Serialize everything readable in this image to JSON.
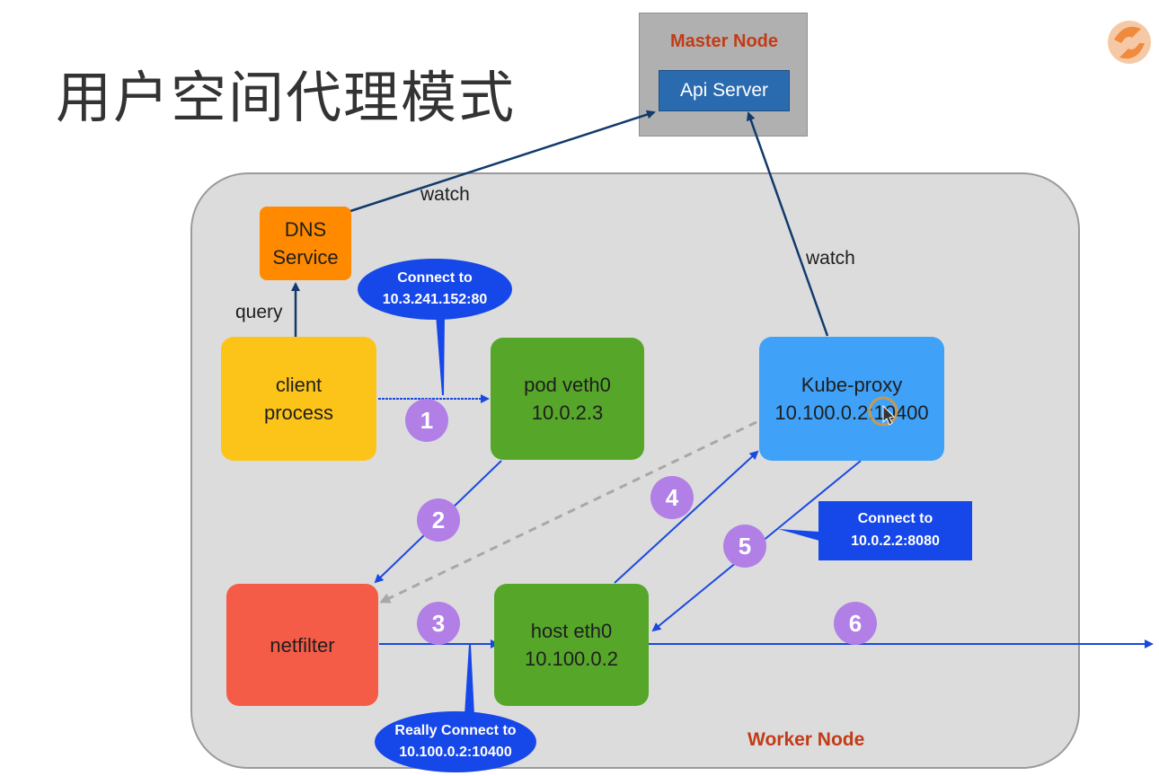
{
  "title": "用户空间代理模式",
  "master_node": {
    "label": "Master Node",
    "api_server": "Api Server"
  },
  "worker_node": {
    "label": "Worker Node"
  },
  "boxes": {
    "dns": {
      "line1": "DNS",
      "line2": "Service"
    },
    "client": {
      "line1": "client",
      "line2": "process"
    },
    "pod": {
      "line1": "pod veth0",
      "line2": "10.0.2.3"
    },
    "kube_proxy": {
      "line1": "Kube-proxy",
      "line2": "10.100.0.2:10400"
    },
    "netfilter": {
      "line1": "netfilter"
    },
    "host": {
      "line1": "host eth0",
      "line2": "10.100.0.2"
    }
  },
  "edge_labels": {
    "watch_dns": "watch",
    "watch_kube": "watch",
    "query": "query"
  },
  "callouts": {
    "connect_service": {
      "line1": "Connect to",
      "line2": "10.3.241.152:80"
    },
    "connect_pod": {
      "line1": "Connect to",
      "line2": "10.0.2.2:8080"
    },
    "really_connect": {
      "line1": "Really Connect to",
      "line2": "10.100.0.2:10400"
    }
  },
  "steps": [
    "1",
    "2",
    "3",
    "4",
    "5",
    "6"
  ],
  "colors": {
    "arrow": "#1a49e0",
    "dark_arrow": "#123a6b",
    "step_badge": "#b17fe6",
    "callout": "#1647e8",
    "label_red": "#c23b17"
  },
  "icons": [
    "logo-icon",
    "cursor-icon"
  ]
}
